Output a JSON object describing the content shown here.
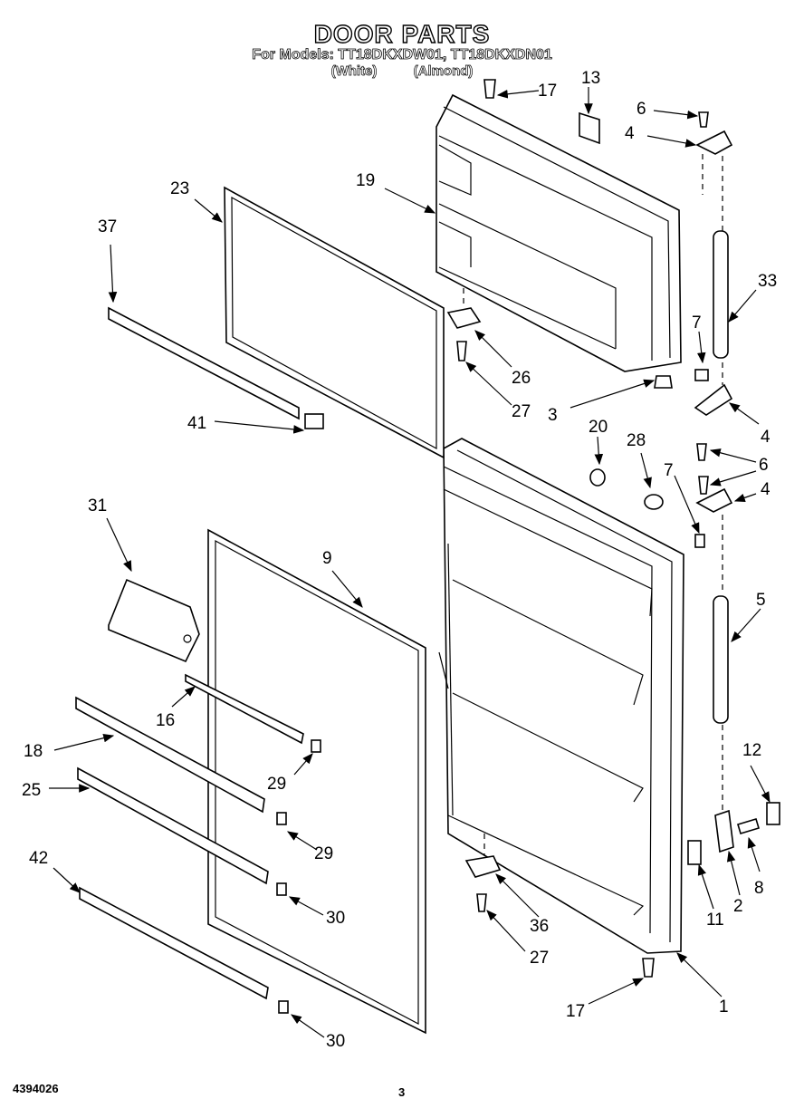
{
  "header": {
    "title": "DOOR PARTS",
    "models_line": "For Models: TT18DKXDW01, TT18DKXDN01",
    "variant_1": "(White)",
    "variant_2": "(Almond)"
  },
  "footer": {
    "doc_number": "4394026",
    "page_number": "3"
  },
  "callouts": [
    "1",
    "2",
    "3",
    "4",
    "5",
    "6",
    "7",
    "8",
    "9",
    "11",
    "12",
    "13",
    "16",
    "17",
    "18",
    "19",
    "20",
    "23",
    "25",
    "26",
    "27",
    "28",
    "29",
    "30",
    "31",
    "33",
    "36",
    "37",
    "41",
    "42"
  ]
}
